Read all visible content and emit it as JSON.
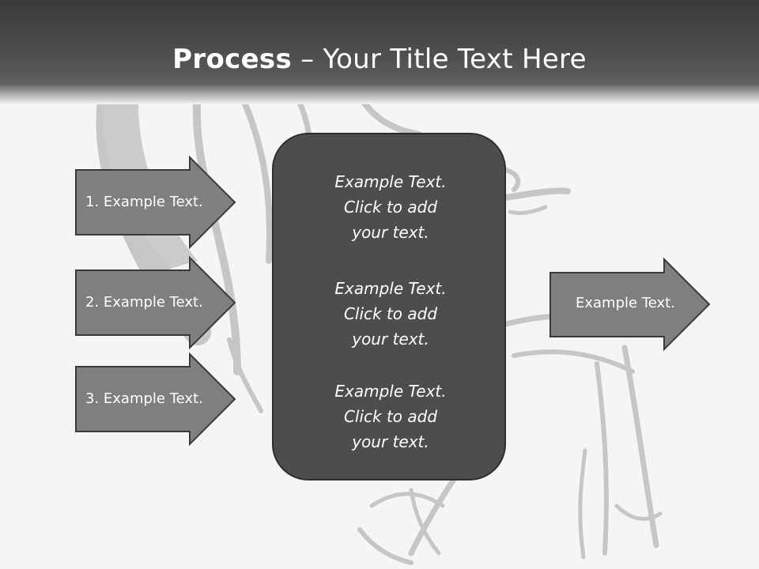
{
  "slide": {
    "title_bold": "Process",
    "title_rest": " – Your Title Text Here"
  },
  "inputs": [
    {
      "label": "1. Example Text."
    },
    {
      "label": "2. Example Text."
    },
    {
      "label": "3. Example Text."
    }
  ],
  "center": {
    "blocks": [
      {
        "text": "Example Text.\nClick  to add\nyour text."
      },
      {
        "text": "Example Text.\nClick  to add\nyour text."
      },
      {
        "text": "Example Text.\nClick  to add\nyour text."
      }
    ]
  },
  "output": {
    "label": "Example Text."
  },
  "colors": {
    "arrow_fill": "#7f7f7f",
    "arrow_stroke": "#3a3a3a",
    "center_fill": "#4d4d4d",
    "sketch": "#c4c4c4"
  }
}
